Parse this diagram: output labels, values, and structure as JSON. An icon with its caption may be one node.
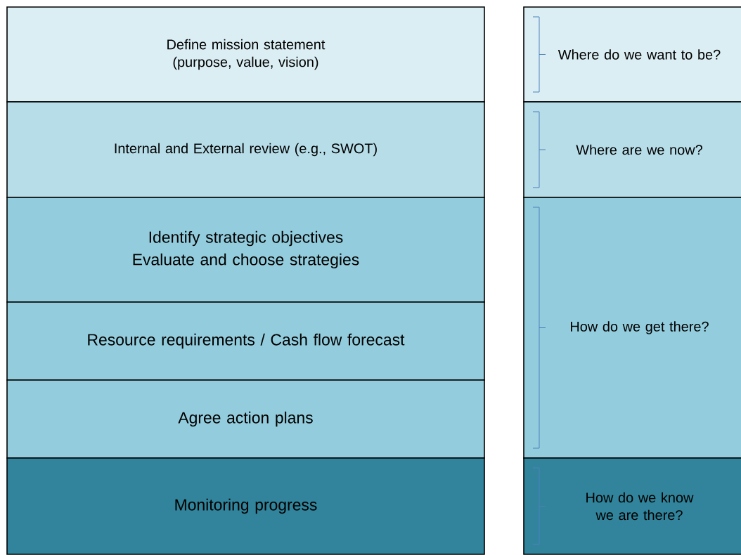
{
  "diagram": {
    "nodes": [
      {
        "text": [
          "Define mission statement (purpose, value, vision)"
        ]
      },
      {
        "text": [
          "Internal and External review (e.g., SWOT)"
        ]
      },
      {
        "text": [
          "Identify strategic objectives",
          "Evaluate and choose strategies"
        ]
      },
      {
        "text": [
          "Resource requirements / Cash flow forecast"
        ]
      },
      {
        "text": [
          "Agree action plans"
        ]
      },
      {
        "text": [
          "Monitoring progress"
        ]
      },
      {
        "text": [
          "Where do we want to be?"
        ]
      },
      {
        "text": [
          "Where are we now?"
        ]
      },
      {
        "text": [
          "How do we get there?"
        ]
      },
      {
        "text": [
          "How do we know we are there?"
        ]
      }
    ]
  }
}
